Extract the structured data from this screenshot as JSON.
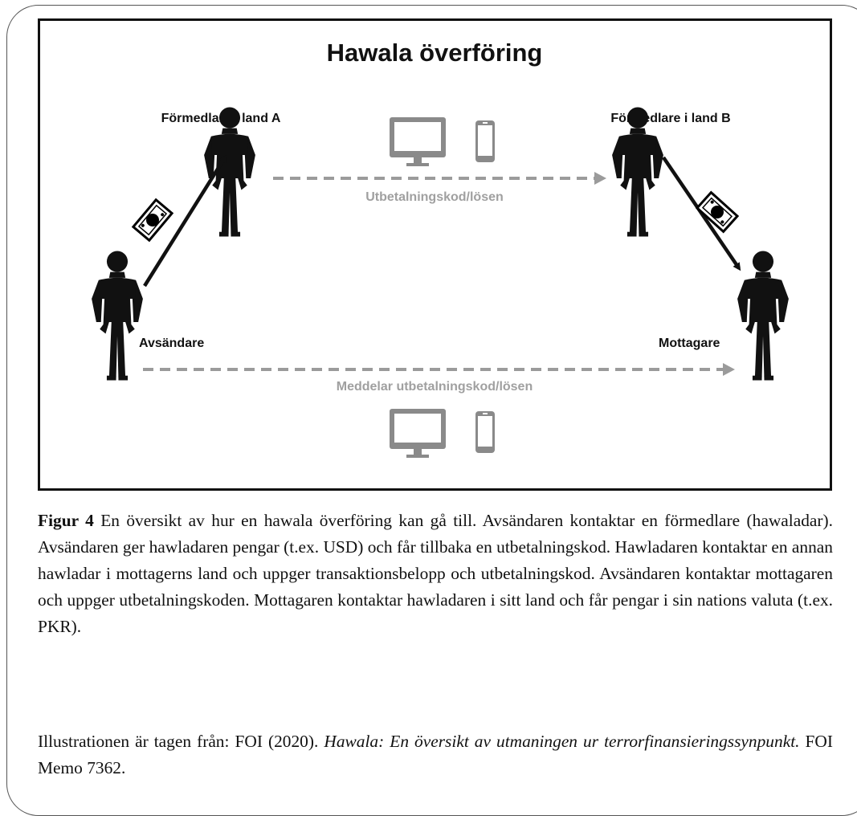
{
  "diagram": {
    "title": "Hawala överföring",
    "labels": {
      "broker_a": "Förmedlare i land A",
      "broker_b": "Förmedlare i land B",
      "sender": "Avsändare",
      "receiver": "Mottagare",
      "top_link": "Utbetalningskod/lösen",
      "bottom_link": "Meddelar utbetalningskod/lösen"
    },
    "icons": [
      "person-icon",
      "money-bill-icon",
      "monitor-icon",
      "phone-icon"
    ],
    "colors": {
      "figure": "#111111",
      "dashed_line": "#9b9b9b",
      "device": "#8a8a8a"
    }
  },
  "caption": {
    "label": "Figur 4",
    "text": " En översikt av hur en hawala överföring kan gå till. Avsändaren kontaktar en förmedlare (hawaladar). Avsändaren ger hawladaren pengar (t.ex. USD) och får tillbaka en utbetalningskod. Hawladaren kontaktar en annan hawladar i mottagerns land och uppger transaktionsbelopp och utbetalningskod. Avsändaren kontaktar mottagaren och uppger utbetalningskoden. Mottagaren kontaktar hawladaren i sitt land och får pengar i sin nations valuta (t.ex. PKR)."
  },
  "source": {
    "prefix": "Illustrationen är tagen från: FOI (2020). ",
    "title": "Hawala: En översikt av utmaningen ur terrorfinan­sieringssynpunkt.",
    "suffix": " FOI Memo 7362."
  }
}
